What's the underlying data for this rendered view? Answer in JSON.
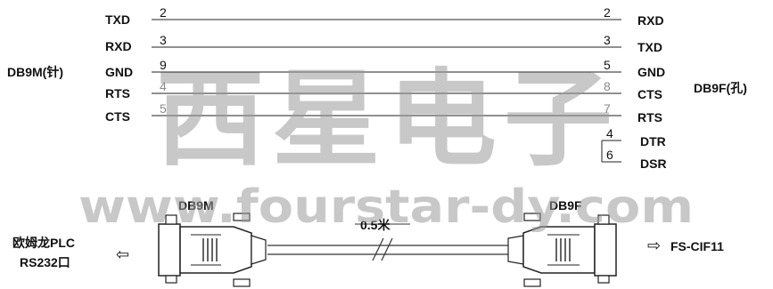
{
  "left_connector": {
    "name": "DB9M(针)"
  },
  "right_connector": {
    "name": "DB9F(孔)"
  },
  "wires": [
    {
      "left_signal": "TXD",
      "left_pin": "2",
      "right_pin": "2",
      "right_signal": "RXD"
    },
    {
      "left_signal": "RXD",
      "left_pin": "3",
      "right_pin": "3",
      "right_signal": "TXD"
    },
    {
      "left_signal": "GND",
      "left_pin": "9",
      "right_pin": "5",
      "right_signal": "GND"
    },
    {
      "left_signal": "RTS",
      "left_pin": "4",
      "right_pin": "8",
      "right_signal": "CTS"
    },
    {
      "left_signal": "CTS",
      "left_pin": "5",
      "right_pin": "7",
      "right_signal": "RTS"
    }
  ],
  "loopback": [
    {
      "pin": "4",
      "signal": "DTR"
    },
    {
      "pin": "6",
      "signal": "DSR"
    }
  ],
  "cable": {
    "left_plug_label": "DB9M",
    "right_plug_label": "DB9F",
    "length_label": "0.5米",
    "left_device": [
      "欧姆龙PLC",
      "RS232口"
    ],
    "right_device": "FS-CIF11",
    "left_arrow": "⇦",
    "right_arrow": "⇨"
  },
  "watermark": {
    "title": "西星电子",
    "url": "www.fourstar-dy.com"
  }
}
